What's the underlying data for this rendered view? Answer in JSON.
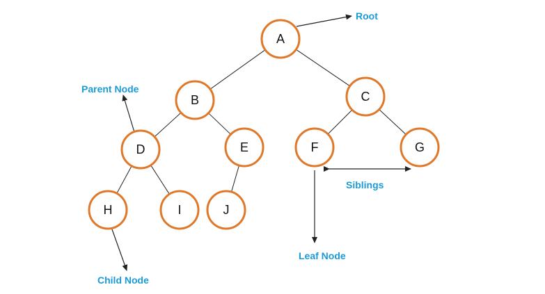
{
  "colors": {
    "node_border": "#e0782a",
    "label_text": "#1a9bd7",
    "line": "#222222"
  },
  "nodes": {
    "A": "A",
    "B": "B",
    "C": "C",
    "D": "D",
    "E": "E",
    "F": "F",
    "G": "G",
    "H": "H",
    "I": "I",
    "J": "J"
  },
  "labels": {
    "root": "Root",
    "parent_node": "Parent Node",
    "siblings": "Siblings",
    "leaf_node": "Leaf Node",
    "child_node": "Child Node"
  },
  "edges": [
    [
      "A",
      "B"
    ],
    [
      "A",
      "C"
    ],
    [
      "B",
      "D"
    ],
    [
      "B",
      "E"
    ],
    [
      "C",
      "F"
    ],
    [
      "C",
      "G"
    ],
    [
      "D",
      "H"
    ],
    [
      "D",
      "I"
    ],
    [
      "E",
      "J"
    ]
  ]
}
